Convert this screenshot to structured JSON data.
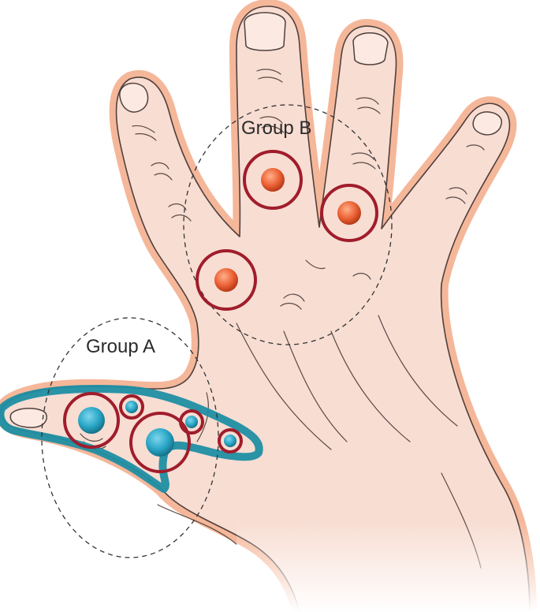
{
  "labels": {
    "group_a": "Group A",
    "group_b": "Group B"
  },
  "colors": {
    "skin_fill": "#f8ddd3",
    "skin_outline_glow": "#f5b79a",
    "line_art": "#5a4a45",
    "thumb_band": "#1f8ea3",
    "blue_marker": "#2aa7c7",
    "orange_marker": "#e4572e",
    "ring": "#a01d2b",
    "group_ellipse": "#333333"
  },
  "markers": {
    "group_a": {
      "color_name": "blue",
      "count": 5
    },
    "group_b": {
      "color_name": "orange",
      "count": 3
    }
  }
}
